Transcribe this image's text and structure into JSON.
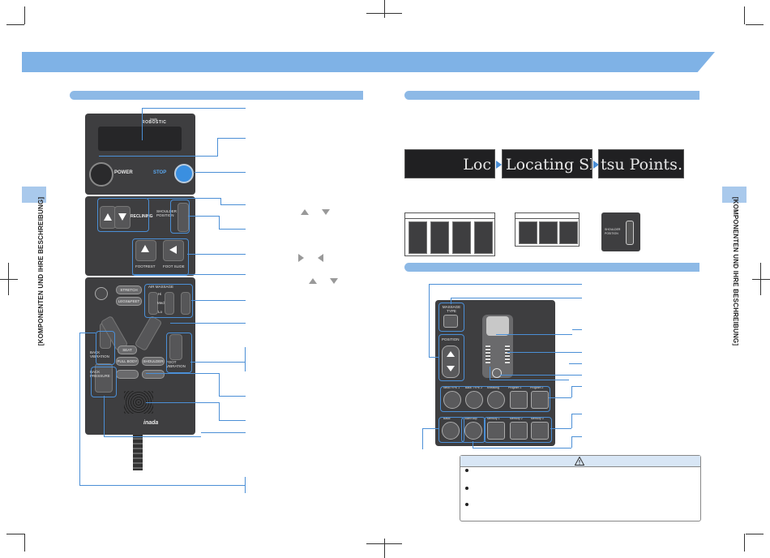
{
  "side_label": "[KOMPONENTEN UND IHRE BESCHREIBUNG]",
  "remote": {
    "brand_small": "Inada",
    "brand": "ROBOSTIC",
    "power_label": "POWER",
    "stop_label": "STOP",
    "reclining_label": "RECLINING",
    "shoulder_position_label": "SHOULDER POSITION",
    "footrest_label": "FOOTREST",
    "foot_slide_label": "FOOT SLIDE",
    "air_massage_label": "AIR MASSAGE",
    "stretch_label": "STRETCH",
    "legs_feet_label": "LEGS&FEET",
    "hi_label": "Hi",
    "med_label": "Med",
    "lo_label": "Lo",
    "back_vibration_label": "BACK VIBRATION",
    "back_pressure_label": "BACK PRESSURE",
    "seat_label": "SEAT",
    "foot_vibration_label": "FOOT VIBRATION",
    "full_body_label": "FULL BODY",
    "shoulder_label": "SHOULDER",
    "logo": "inada"
  },
  "lcd_messages": [
    "Loc",
    "Locating Shiat",
    "tsu Points…"
  ],
  "remote2": {
    "massage_type_label": "MASSAGE TYPE",
    "position_label": "POSITION",
    "type_buttons": [
      "Neck",
      "TYPE 1",
      "Back",
      "TYPE 2",
      "Kneading",
      "Program 1",
      "Program 2"
    ],
    "bottom_buttons": [
      "Basic",
      "Start/Stop",
      "Memory 1",
      "Memory 2",
      "Memory 3"
    ]
  },
  "warning_icon": "warning-triangle-icon",
  "colors": {
    "accent": "#7fb2e6",
    "highlight": "#4b8fd6",
    "device": "#3e3e40"
  }
}
